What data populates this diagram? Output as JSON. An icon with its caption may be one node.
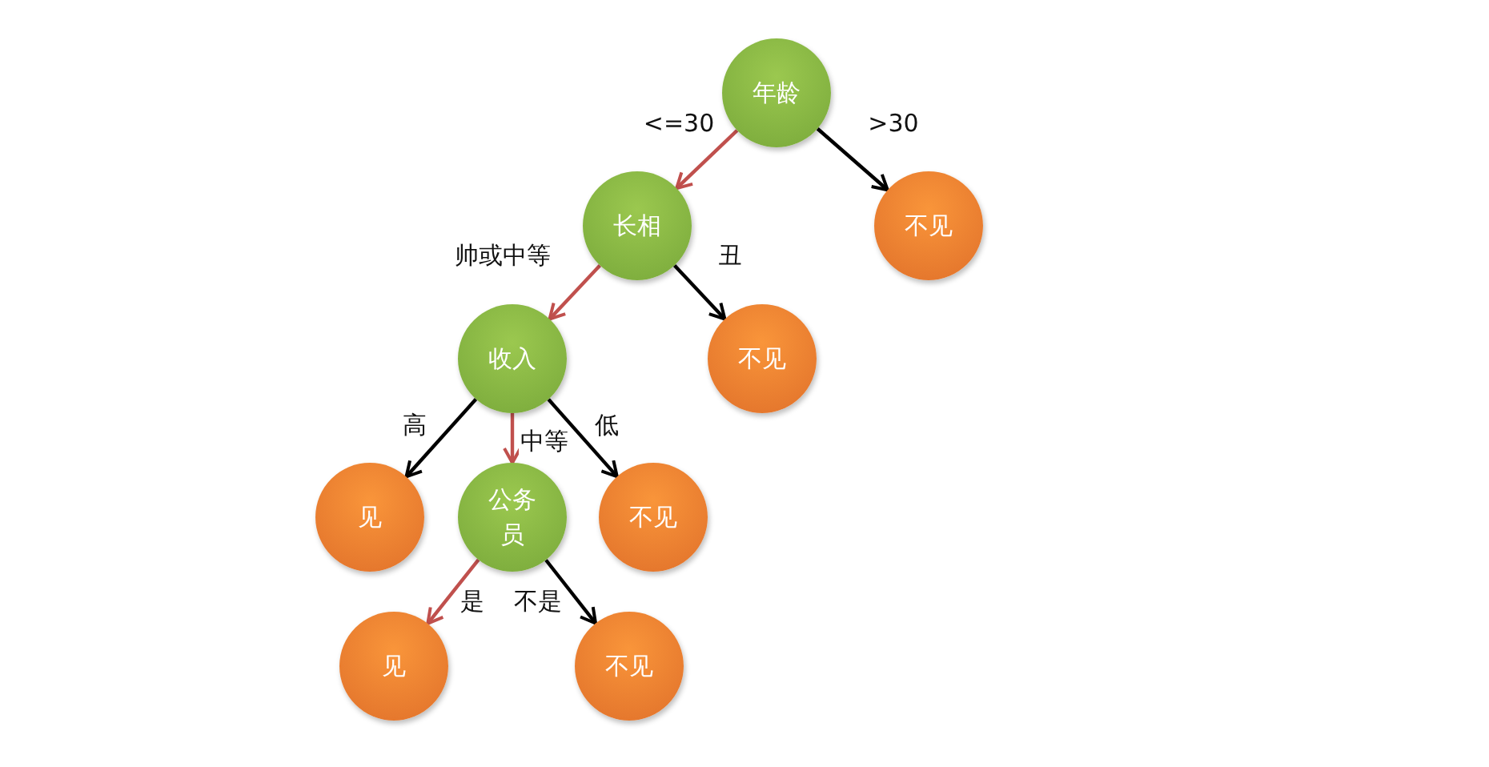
{
  "diagram": {
    "nodes": [
      {
        "text": [
          "年龄"
        ]
      },
      {
        "text": [
          "长相"
        ]
      },
      {
        "text": [
          "不见"
        ]
      },
      {
        "text": [
          "收入"
        ]
      },
      {
        "text": [
          "不见"
        ]
      },
      {
        "text": [
          "见"
        ]
      },
      {
        "text": [
          "公务员"
        ]
      },
      {
        "text": [
          "不见"
        ]
      },
      {
        "text": [
          "见"
        ]
      },
      {
        "text": [
          "不见"
        ]
      }
    ],
    "edges": [
      {
        "from": 0,
        "to": 1,
        "arrow": "to",
        "label": "<=30",
        "color": "#c0504d"
      },
      {
        "from": 0,
        "to": 2,
        "arrow": "to",
        "label": ">30"
      },
      {
        "from": 1,
        "to": 3,
        "arrow": "to",
        "label": "帅或中等",
        "color": "#c0504d"
      },
      {
        "from": 1,
        "to": 4,
        "arrow": "to",
        "label": "丑"
      },
      {
        "from": 3,
        "to": 5,
        "arrow": "to",
        "label": "高"
      },
      {
        "from": 3,
        "to": 6,
        "arrow": "to",
        "label": "中等",
        "color": "#c0504d"
      },
      {
        "from": 3,
        "to": 7,
        "arrow": "to",
        "label": "低"
      },
      {
        "from": 6,
        "to": 8,
        "arrow": "to",
        "label": "是",
        "color": "#c0504d"
      },
      {
        "from": 6,
        "to": 9,
        "arrow": "to",
        "label": "不是"
      }
    ]
  }
}
